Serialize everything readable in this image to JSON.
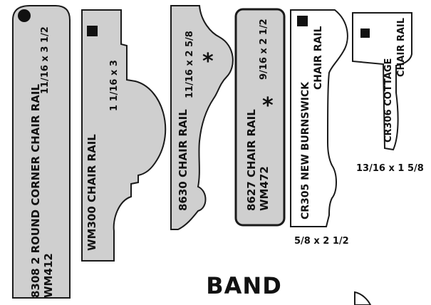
{
  "colors": {
    "profile_fill": "#cfcfcf",
    "profile_fill_white": "#ffffff",
    "outline": "#1a1a1a",
    "text": "#111111"
  },
  "section_heading": "BAND",
  "profiles": [
    {
      "id": "8308",
      "fill": "gray",
      "marker": "circle",
      "code_lines": [
        "8308  2 ROUND CORNER CHAIR RAIL",
        "WM412"
      ],
      "size_text": "11/16 x 3 1/2"
    },
    {
      "id": "WM300",
      "fill": "gray",
      "marker": "square",
      "code_lines": [
        "WM300  CHAIR RAIL"
      ],
      "size_text": "1 1/16 x 3"
    },
    {
      "id": "8630",
      "fill": "gray",
      "marker": "asterisk",
      "code_lines": [
        "8630  CHAIR RAIL"
      ],
      "size_text": "11/16 x 2 5/8"
    },
    {
      "id": "8627",
      "fill": "gray",
      "marker": "asterisk",
      "code_lines": [
        "8627  CHAIR RAIL",
        "WM472"
      ],
      "size_text": "9/16 x 2 1/2"
    },
    {
      "id": "CR305",
      "fill": "white",
      "marker": "square",
      "code_lines": [
        "CR305  NEW BURNSWICK",
        "CHAIR RAIL"
      ],
      "size_text": "5/8 x 2 1/2"
    },
    {
      "id": "CR306",
      "fill": "white",
      "marker": "square",
      "code_lines": [
        "CR306  COTTAGE",
        "CHAIR RAIL"
      ],
      "size_text": "13/16 x 1 5/8"
    }
  ]
}
